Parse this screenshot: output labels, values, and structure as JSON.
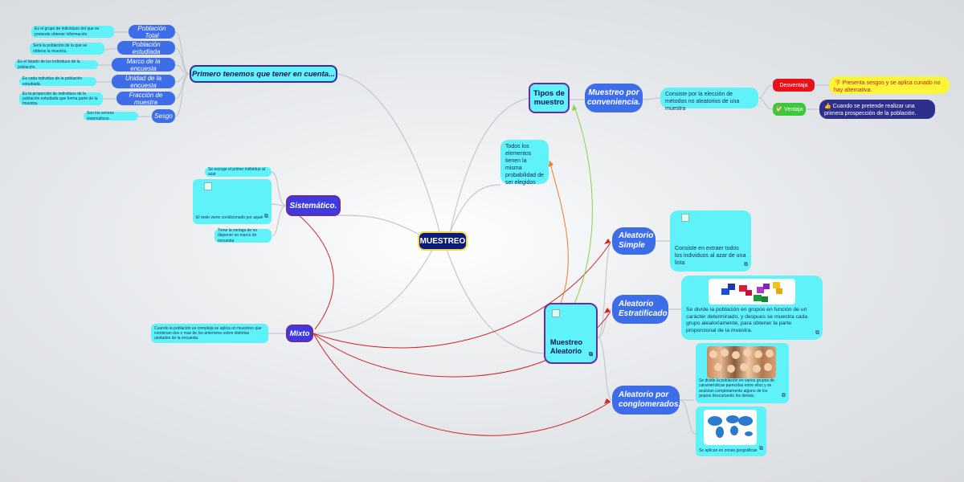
{
  "root": {
    "label": "MUESTREO"
  },
  "primero": {
    "label": "Primero tenemos que tener en cuenta...",
    "items": [
      {
        "label": "Población Total",
        "note": "Es el grupo de individuos del que se pretende obtener información."
      },
      {
        "label": "Población estudiada",
        "note": "Será la población de la que se obtiene la muestra."
      },
      {
        "label": "Marco de la encuesta",
        "note": "Es el listado de los individuos de la población."
      },
      {
        "label": "Unidad de la encuesta",
        "note": "Es cada individuo de la población estudiada."
      },
      {
        "label": "Fracción de muestra",
        "note": "Es la proporción de individuos de la población estudiada que forma parte de la muestra."
      },
      {
        "label": "Sesgo",
        "note": "Son los errores sistemáticos."
      }
    ]
  },
  "sistematico": {
    "label": "Sistemático.",
    "note1": "Se escoge el primer individuo al azar",
    "note2": "El resto viene condicionado por aquel",
    "note3": "Tiene la ventaja de no disponer un marco de encuesta"
  },
  "mixto": {
    "label": "Mixto",
    "note": "Cuando la población es compleja se aplica un muestreo que combinan dos o mas de los anteriores sobre distintas unidades de la encuesta."
  },
  "tipos": {
    "label": "Tipos de muestro"
  },
  "conveniencia": {
    "label": "Muestreo por conveniencia.",
    "note": "Consiste por la elección de métodos no aleatorios de una muestra",
    "desventaja": {
      "label": "Desventaja",
      "note": "👎 Presenta sesgos y se aplica cunado no hay alternativa."
    },
    "ventaja": {
      "label": "✅ Ventaja",
      "note": "👍 Cuando se pretende realizar una primera prospección de la población."
    }
  },
  "todos": {
    "note": "Todos los elementos tienen la misma probabilidad de ser elegidos"
  },
  "aleatorio": {
    "label": "Muestreo Aleatorio"
  },
  "simple": {
    "label": "Aleatorio Simple",
    "note": "Consiste en extraer todos los individuos al azar de una lista"
  },
  "estratificado": {
    "label": "Aleatorio Estratificado",
    "note": "Se divide la población en grupos en función de un carácter determinado,  y despues se muestra cada grupo aleatoriamente, para obtener la parte proporcional de la muestra."
  },
  "conglomerados": {
    "label": "Aleatorio por conglomerados.",
    "note1": "Se divide la población en varios grupos de características parecidas entre ellos y se analizan completamente alguno de los grupos descartando los demás.",
    "note2": "Se aplican en zonas geográficas"
  },
  "colors": {
    "pill": "#3d6ee8",
    "note": "#5ff2f8",
    "root": "#0b1a7a",
    "connector_red": "#d0262a",
    "connector_green": "#8ad24a",
    "connector_orange": "#f07a2a"
  }
}
